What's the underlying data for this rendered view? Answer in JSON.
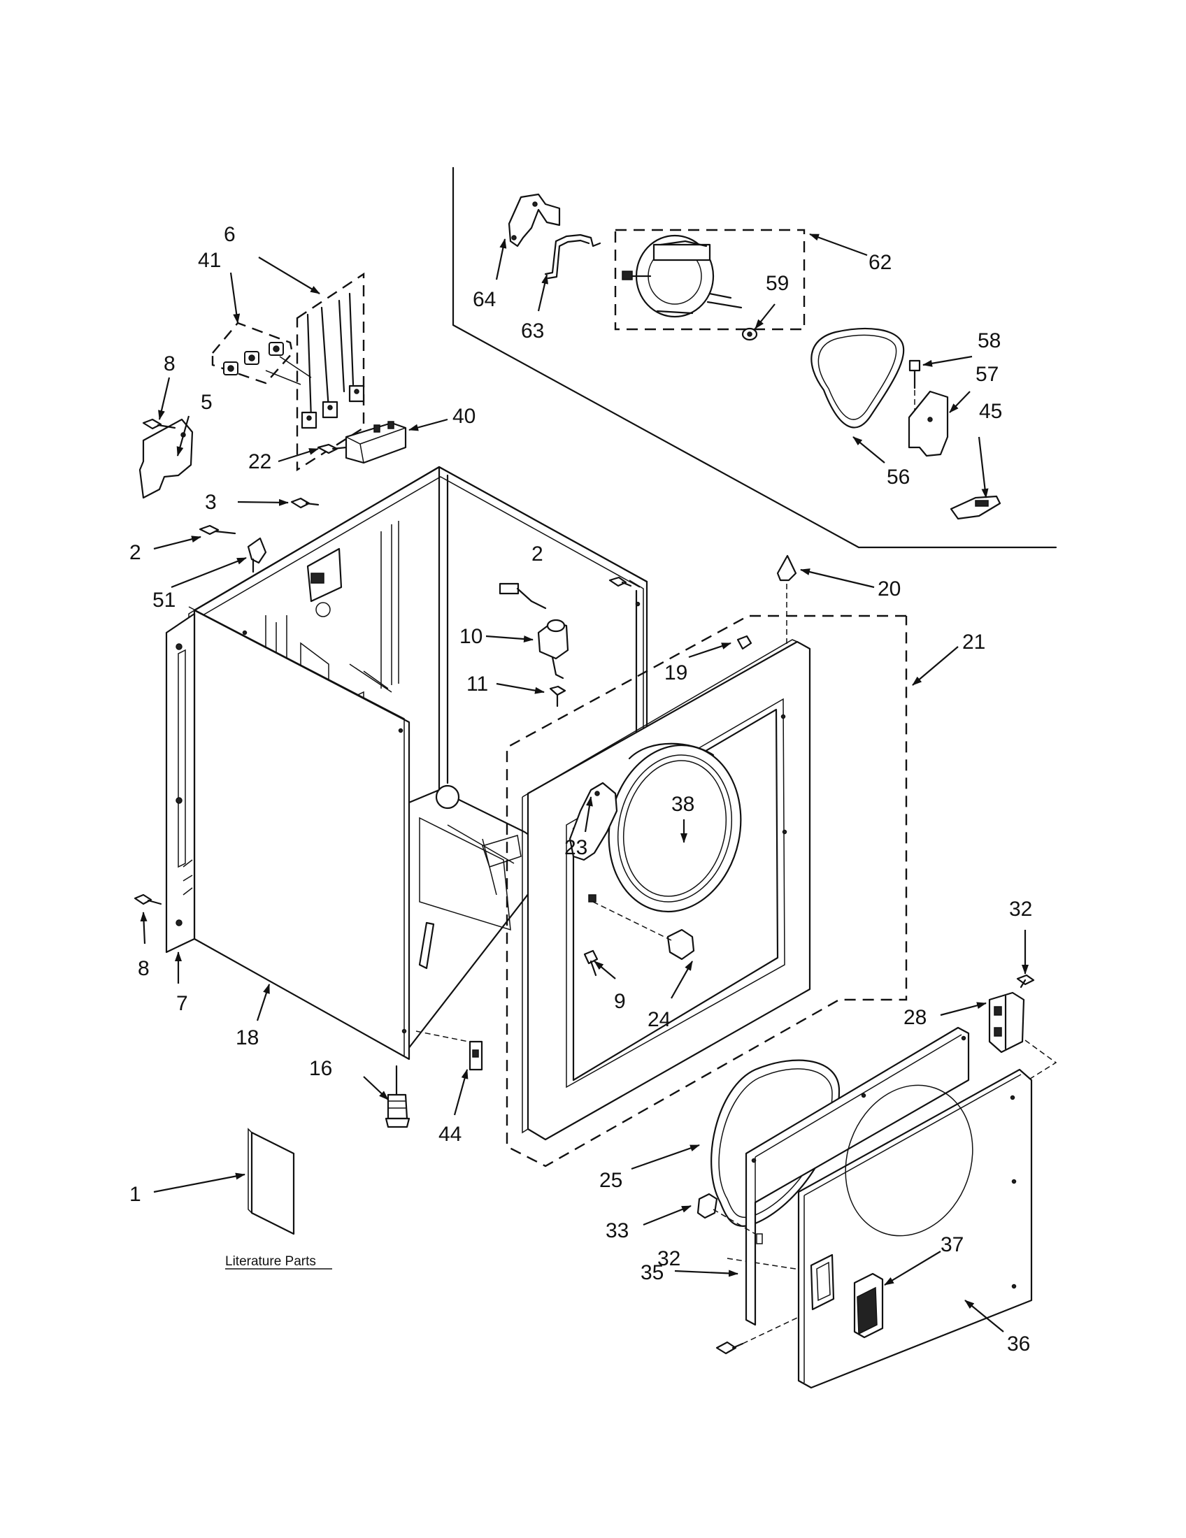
{
  "diagram": {
    "literature_caption": "Literature Parts",
    "callouts": [
      "1",
      "2",
      "2",
      "3",
      "5",
      "6",
      "7",
      "8",
      "8",
      "9",
      "10",
      "11",
      "16",
      "18",
      "19",
      "20",
      "21",
      "22",
      "23",
      "24",
      "25",
      "28",
      "32",
      "32",
      "33",
      "35",
      "36",
      "37",
      "38",
      "40",
      "41",
      "44",
      "45",
      "51",
      "56",
      "57",
      "58",
      "59",
      "62",
      "63",
      "64"
    ]
  }
}
